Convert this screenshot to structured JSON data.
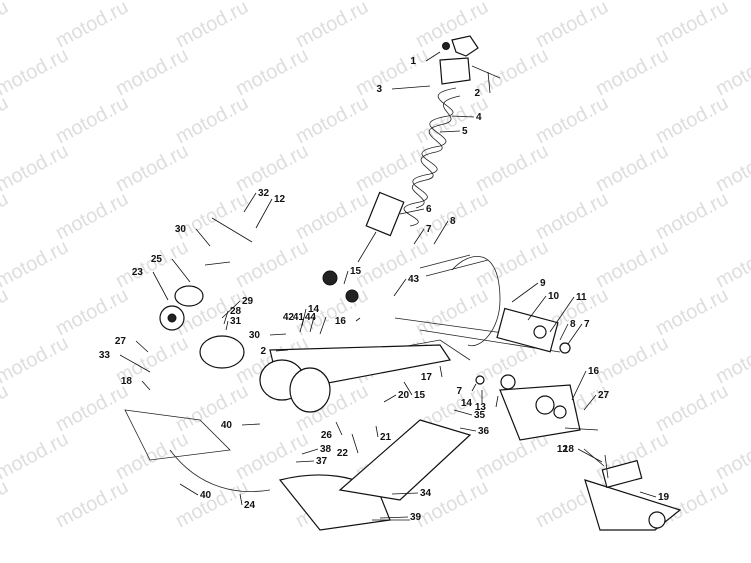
{
  "watermark": "motod.ru",
  "labels": [
    "1",
    "2",
    "3",
    "4",
    "5",
    "6",
    "7",
    "8",
    "32",
    "12",
    "30",
    "15",
    "9",
    "10",
    "11",
    "8",
    "7",
    "43",
    "25",
    "23",
    "29",
    "14",
    "16",
    "28",
    "31",
    "30",
    "42",
    "41",
    "44",
    "2",
    "27",
    "33",
    "18",
    "12",
    "16",
    "17",
    "15",
    "7",
    "14",
    "13",
    "27",
    "20",
    "35",
    "40",
    "26",
    "22",
    "21",
    "36",
    "38",
    "37",
    "18",
    "19",
    "40",
    "24",
    "34",
    "39"
  ]
}
